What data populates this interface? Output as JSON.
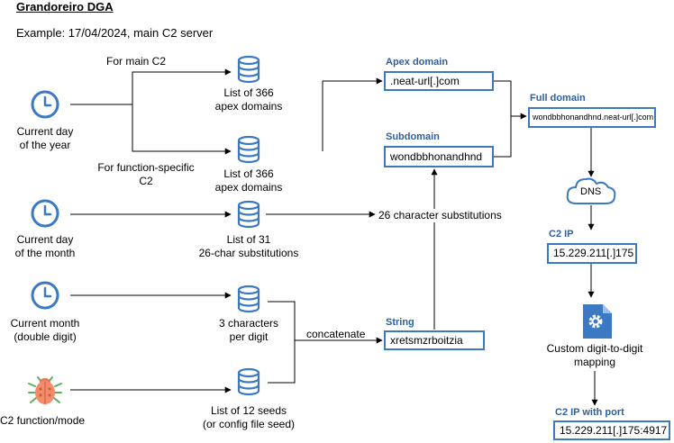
{
  "title": "Grandoreiro DGA",
  "example": "Example: 17/04/2024, main C2 server",
  "inputs": {
    "day_of_year": [
      "Current day",
      "of the year"
    ],
    "day_of_month": [
      "Current day",
      "of the month"
    ],
    "month": [
      "Current month",
      "(double digit)"
    ],
    "function_mode": "C2 function/mode"
  },
  "databases": {
    "apex_main": [
      "List of 366",
      "apex domains"
    ],
    "apex_function": [
      "List of 366",
      "apex domains"
    ],
    "substitutions": [
      "List of 31",
      "26-char substitutions"
    ],
    "chars_per_digit": [
      "3 characters",
      "per digit"
    ],
    "seeds": [
      "List of 12 seeds",
      "(or config file seed)"
    ]
  },
  "edge_labels": {
    "for_main": "For main C2",
    "for_function": [
      "For function-specific",
      "C2"
    ],
    "substitutions": "26 character substitutions",
    "concatenate": "concatenate"
  },
  "results": {
    "apex": {
      "header": "Apex domain",
      "value": ".neat-url[.]com"
    },
    "subdomain": {
      "header": "Subdomain",
      "value": "wondbbhonandhnd"
    },
    "string": {
      "header": "String",
      "value": "xretsmzrboitzia"
    },
    "full_domain": {
      "header": "Full domain",
      "value": "wondbbhonandhnd.neat-url[.]com"
    },
    "dns": "DNS",
    "c2_ip": {
      "header": "C2 IP",
      "value": "15.229.211[.]175"
    },
    "mapping": [
      "Custom digit-to-digit",
      "mapping"
    ],
    "c2_ip_port": {
      "header": "C2 IP with port",
      "value": "15.229.211[.]175:4917"
    }
  },
  "colors": {
    "accent": "#3B79C2",
    "header": "#2F5F9E",
    "bug": "#F28C6B",
    "bug_legs": "#5BAF5B"
  }
}
